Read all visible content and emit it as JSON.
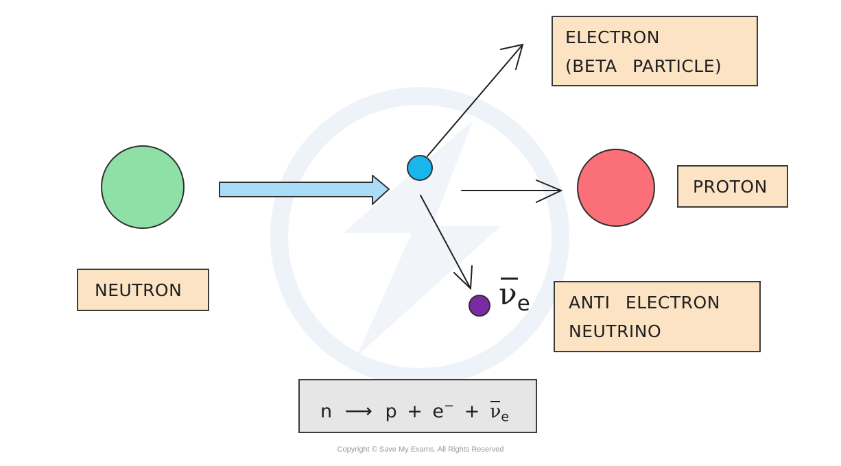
{
  "labels": {
    "neutron": "NEUTRON",
    "electron_line1": "ELECTRON",
    "electron_line2": "(BETA PARTICLE)",
    "proton": "PROTON",
    "antineutrino_line1": "ANTI ELECTRON",
    "antineutrino_line2": "NEUTRINO"
  },
  "symbols": {
    "antineutrino_letter": "ν",
    "antineutrino_subscript": "e"
  },
  "equation": {
    "neutron": "n",
    "arrow": "⟶",
    "proton": "p",
    "plus_1": "+",
    "electron": "e",
    "electron_charge": "−",
    "plus_2": "+",
    "antineutrino": "ν",
    "antineutrino_subscript": "e"
  },
  "copyright": "Copyright © Save My Exams. All Rights Reserved",
  "colors": {
    "neutron": "#8ee0a6",
    "proton": "#fb6f78",
    "electron": "#19b6ee",
    "antineutrino": "#7a2aa2",
    "arrow_fill": "#a8dcf7",
    "label_fill": "#fbe3c3",
    "equation_fill": "#e6e6e6",
    "watermark": "#eaf1f8"
  }
}
